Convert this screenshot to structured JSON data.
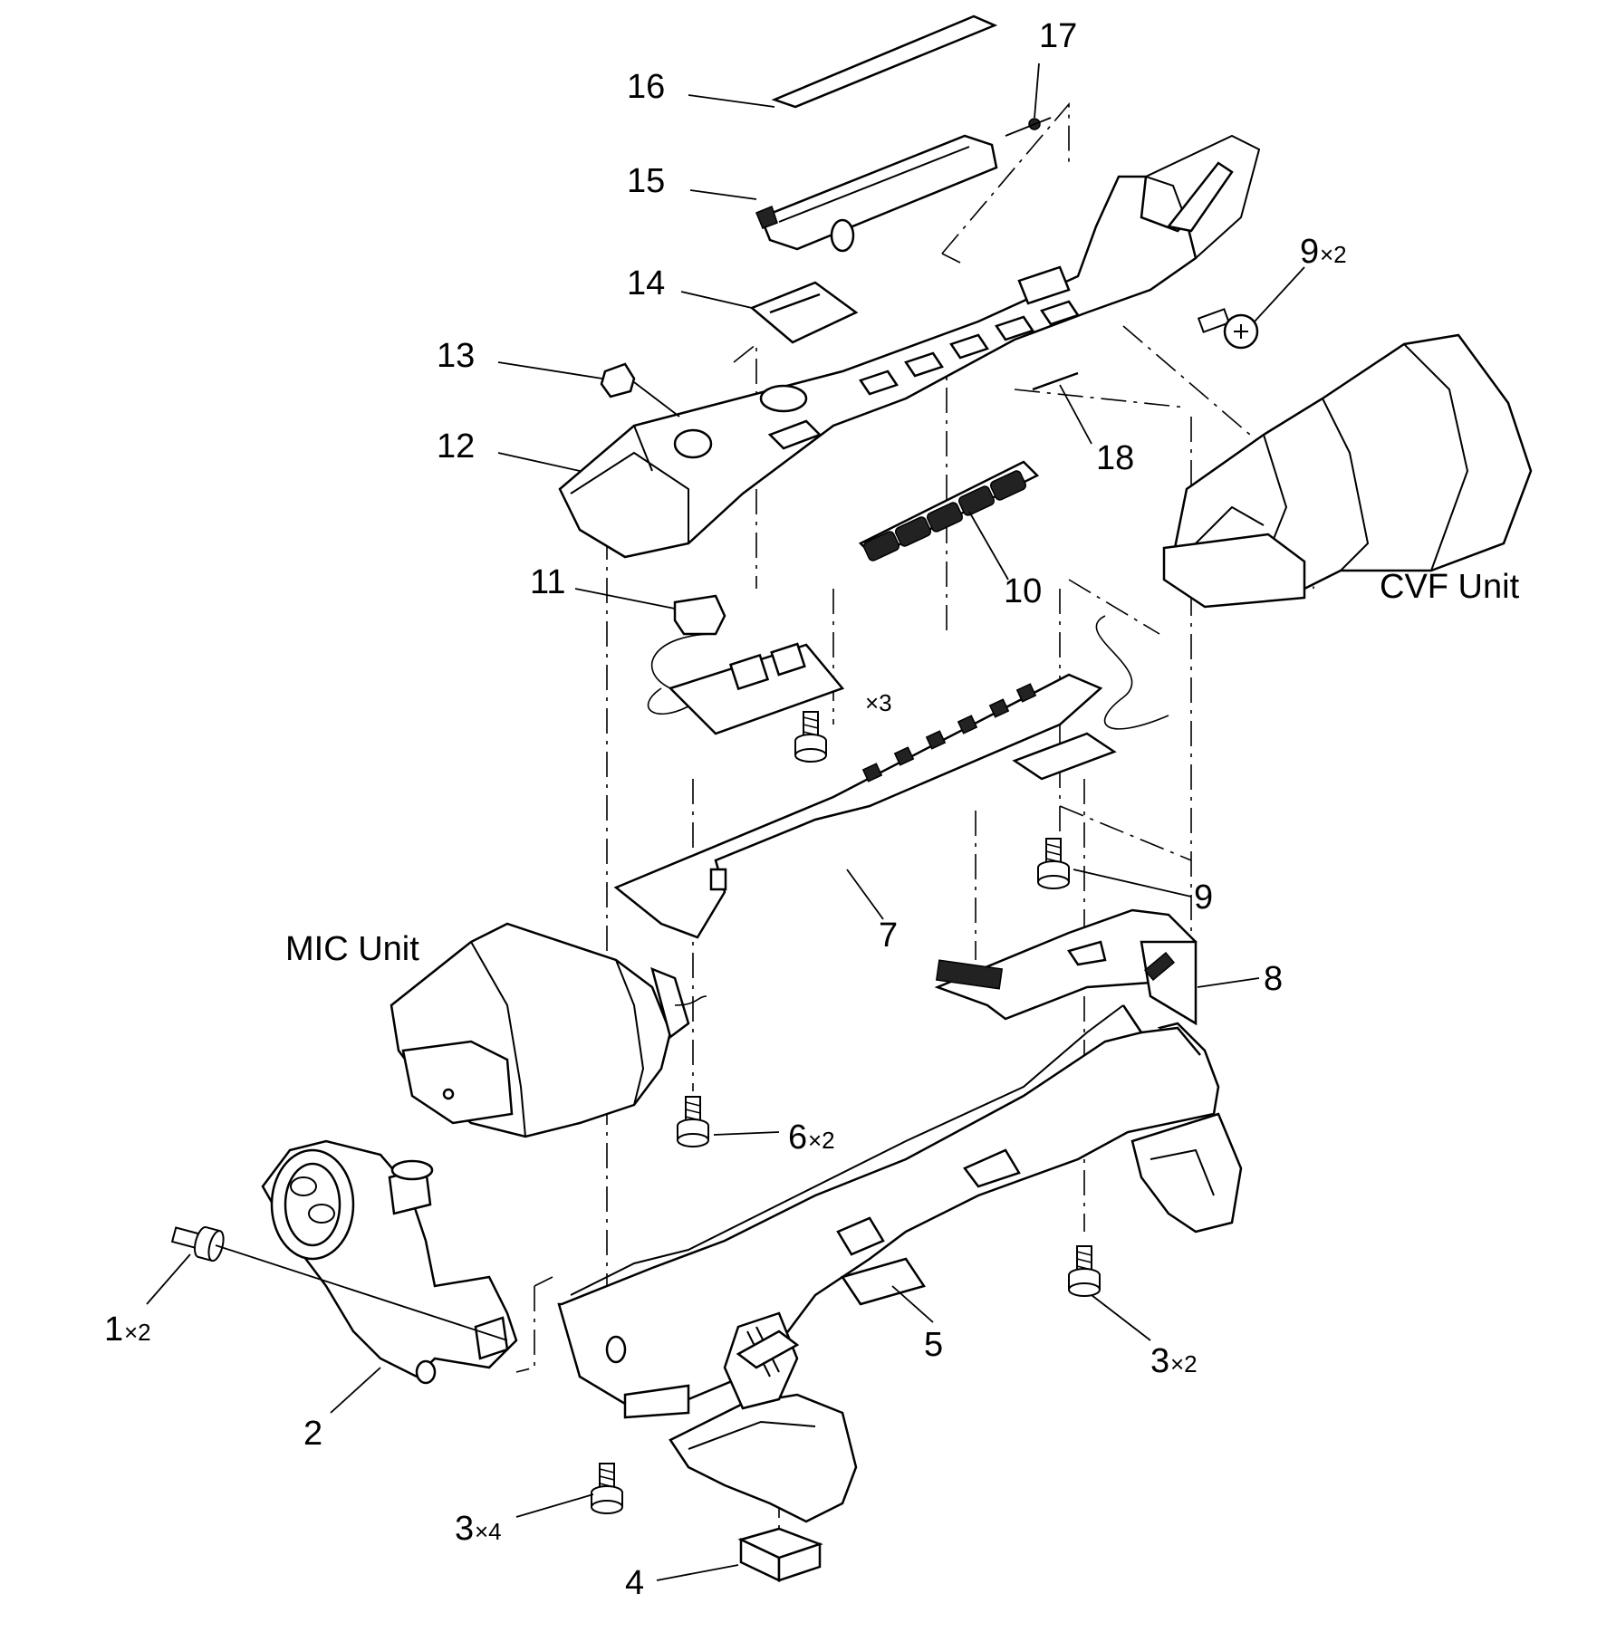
{
  "labels": {
    "p1": "1",
    "p1_mult": "×2",
    "p2": "2",
    "p3a": "3",
    "p3a_mult": "×4",
    "p3b": "3",
    "p3b_mult": "×2",
    "p4": "4",
    "p5": "5",
    "p6": "6",
    "p6_mult": "×2",
    "p7": "7",
    "p8": "8",
    "p9a": "9",
    "p9a_mult": "×2",
    "p9b": "9",
    "p10": "10",
    "p11": "11",
    "p12": "12",
    "p13": "13",
    "p14": "14",
    "p15": "15",
    "p16": "16",
    "p17": "17",
    "p18": "18",
    "screw_mult": "×3"
  },
  "units": {
    "mic": "MIC Unit",
    "cvf": "CVF Unit"
  }
}
